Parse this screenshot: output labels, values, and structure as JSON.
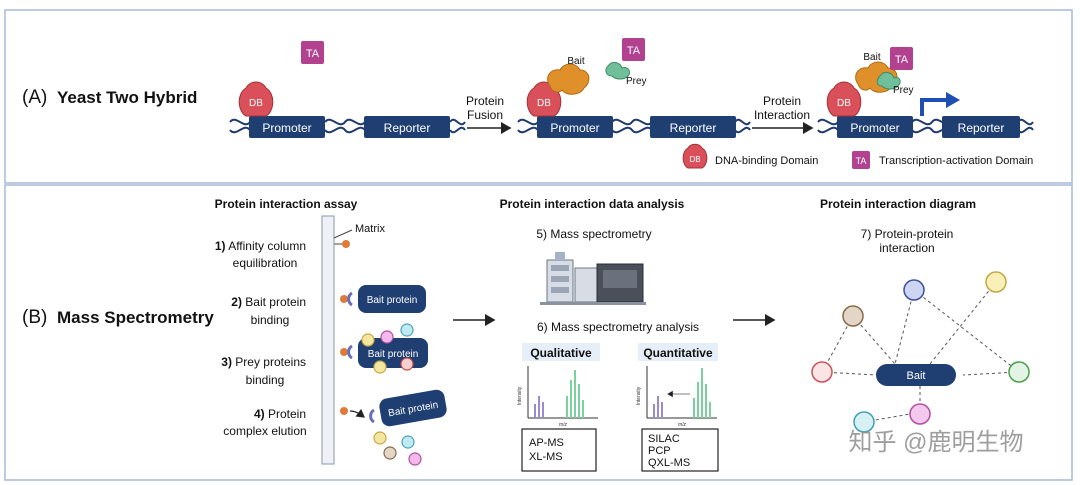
{
  "panelA": {
    "letter": "(A)",
    "title": "Yeast Two Hybrid",
    "ta": "TA",
    "db": "DB",
    "bait": "Bait",
    "prey": "Prey",
    "promoter": "Promoter",
    "reporter": "Reporter",
    "step1_line1": "Protein",
    "step1_line2": "Fusion",
    "step2_line1": "Protein",
    "step2_line2": "Interaction",
    "legend_db": "DNA-binding Domain",
    "legend_ta": "Transcription-activation Domain"
  },
  "panelB": {
    "letter": "(B)",
    "title": "Mass Spectrometry",
    "assay": {
      "heading": "Protein interaction assay",
      "matrix": "Matrix",
      "step1_num": "1)",
      "step1_a": "Affinity column",
      "step1_b": "equilibration",
      "step2_num": "2)",
      "step2_a": "Bait protein",
      "step2_b": "binding",
      "step3_num": "3)",
      "step3_a": "Prey proteins",
      "step3_b": "binding",
      "step4_num": "4)",
      "step4_a": "Protein",
      "step4_b": "complex elution",
      "bait_protein": "Bait protein"
    },
    "analysis": {
      "heading": "Protein interaction data analysis",
      "ms": "5) Mass spectrometry",
      "msa": "6) Mass spectrometry  analysis",
      "qualitative": "Qualitative",
      "quantitative": "Quantitative",
      "intensity": "Intensity",
      "mz": "m/z",
      "qual_methods": [
        "AP-MS",
        "XL-MS"
      ],
      "quant_methods": [
        "SILAC",
        "PCP",
        "QXL-MS"
      ]
    },
    "diagram": {
      "heading": "Protein interaction diagram",
      "label_a": "7) Protein-protein",
      "label_b": "interaction",
      "bait": "Bait"
    }
  },
  "watermark": "知乎 @鹿明生物",
  "colors": {
    "dna": "#1f3a6e",
    "box": "#1f3f72",
    "db": "#d9505a",
    "ta": "#b2418f",
    "bait": "#e0902a",
    "prey": "#6fbf9a",
    "panel_border": "#a7b8d8",
    "qual_peaks": "#9a8ad0",
    "quant_peaks": "#7ccf9f"
  }
}
